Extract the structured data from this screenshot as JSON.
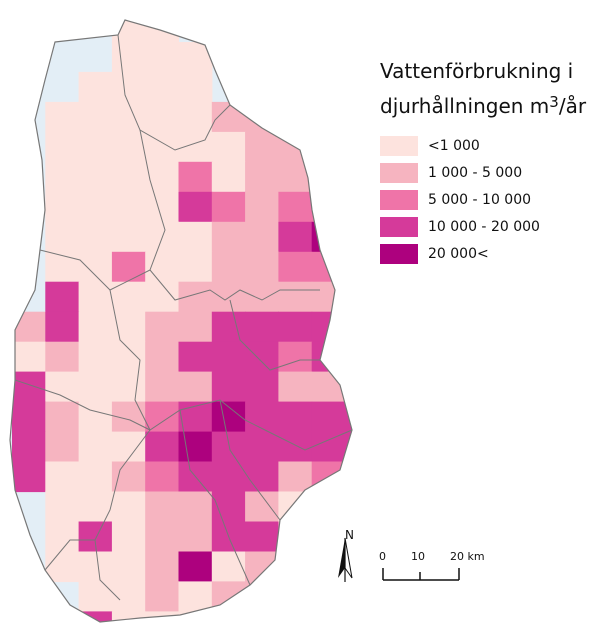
{
  "legend": {
    "title_line1": "Vattenförbrukning i",
    "title_line2_prefix": "djurhållningen m",
    "title_line2_sup": "3",
    "title_line2_suffix": "/år",
    "classes": [
      {
        "label": "<1 000",
        "color": "#fde3de"
      },
      {
        "label": "1 000 - 5 000",
        "color": "#f6b4c0"
      },
      {
        "label": "5 000 - 10 000",
        "color": "#ef74a8"
      },
      {
        "label": "10 000 - 20 000",
        "color": "#d53a9a"
      },
      {
        "label": "20 000<",
        "color": "#ad017e"
      }
    ]
  },
  "north_arrow": {
    "label": "N"
  },
  "scale_bar": {
    "ticks": [
      "0",
      "10",
      "20 km"
    ]
  },
  "colors": {
    "water": "#e3eef6",
    "boundary": "#777777"
  }
}
